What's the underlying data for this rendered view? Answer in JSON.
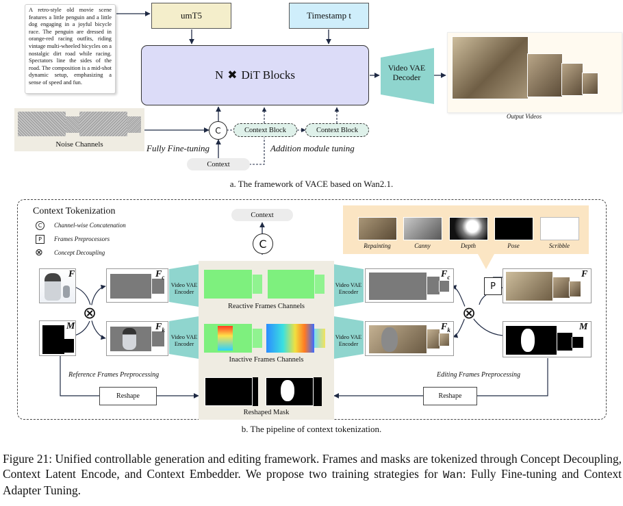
{
  "top": {
    "prompt_text": "A retro-style old movie scene features a little penguin and a little dog engaging in a joyful bicycle race. The penguin are dressed in orange-red racing outfits, riding vintage multi-wheeled bicycles on a nostalgic dirt road while racing. Spectators line the sides of the road. The composition is a mid-shot dynamic setup, emphasizing a sense of speed and fun.",
    "umt5": "umT5",
    "timestamp": "Timestamp t",
    "dit_n": "N",
    "dit_label": "DiT Blocks",
    "vae_decoder": "Video VAE Decoder",
    "output_videos": "Output Videos",
    "noise_channels": "Noise Channels",
    "concat_symbol": "C",
    "context_block_1": "Context Block",
    "context_block_2": "Context Block",
    "fully_finetuning": "Fully Fine-tuning",
    "addition_tuning": "Addition module tuning",
    "context": "Context",
    "caption_a": "a. The framework of VACE based on Wan2.1."
  },
  "bottom": {
    "title": "Context Tokenization",
    "legend_c": "Channel-wise Concatenation",
    "legend_p": "Frames Preprocessors",
    "legend_x": "Concept Decoupling",
    "legend_c_symbol": "C",
    "legend_p_symbol": "P",
    "context": "Context",
    "concat_symbol": "C",
    "preproc_labels": [
      "Repainting",
      "Canny",
      "Depth",
      "Pose",
      "Scribble"
    ],
    "left_F": "F",
    "left_M": "M",
    "fc": "F",
    "fc_sub": "c",
    "fk": "F",
    "fk_sub": "k",
    "vae_encoder": "Video VAE Encoder",
    "reactive_channels": "Reactive Frames Channels",
    "inactive_channels": "Inactive Frames Channels",
    "reshaped_mask": "Reshaped Mask",
    "reference_preproc": "Reference Frames Preprocessing",
    "editing_preproc": "Editing Frames Preprocessing",
    "reshape": "Reshape",
    "right_P": "P",
    "right_F": "F",
    "right_M": "M",
    "caption_b": "b. The pipeline of context tokenization."
  },
  "figure_caption": {
    "part1": "Figure 21: Unified controllable generation and editing framework. Frames and masks are tokenized through Concept Decoupling, Context Latent Encode, and Context Embedder. We propose two training strategies for ",
    "wan": "Wan",
    "part2": ": Fully Fine-tuning and Context Adapter Tuning."
  }
}
